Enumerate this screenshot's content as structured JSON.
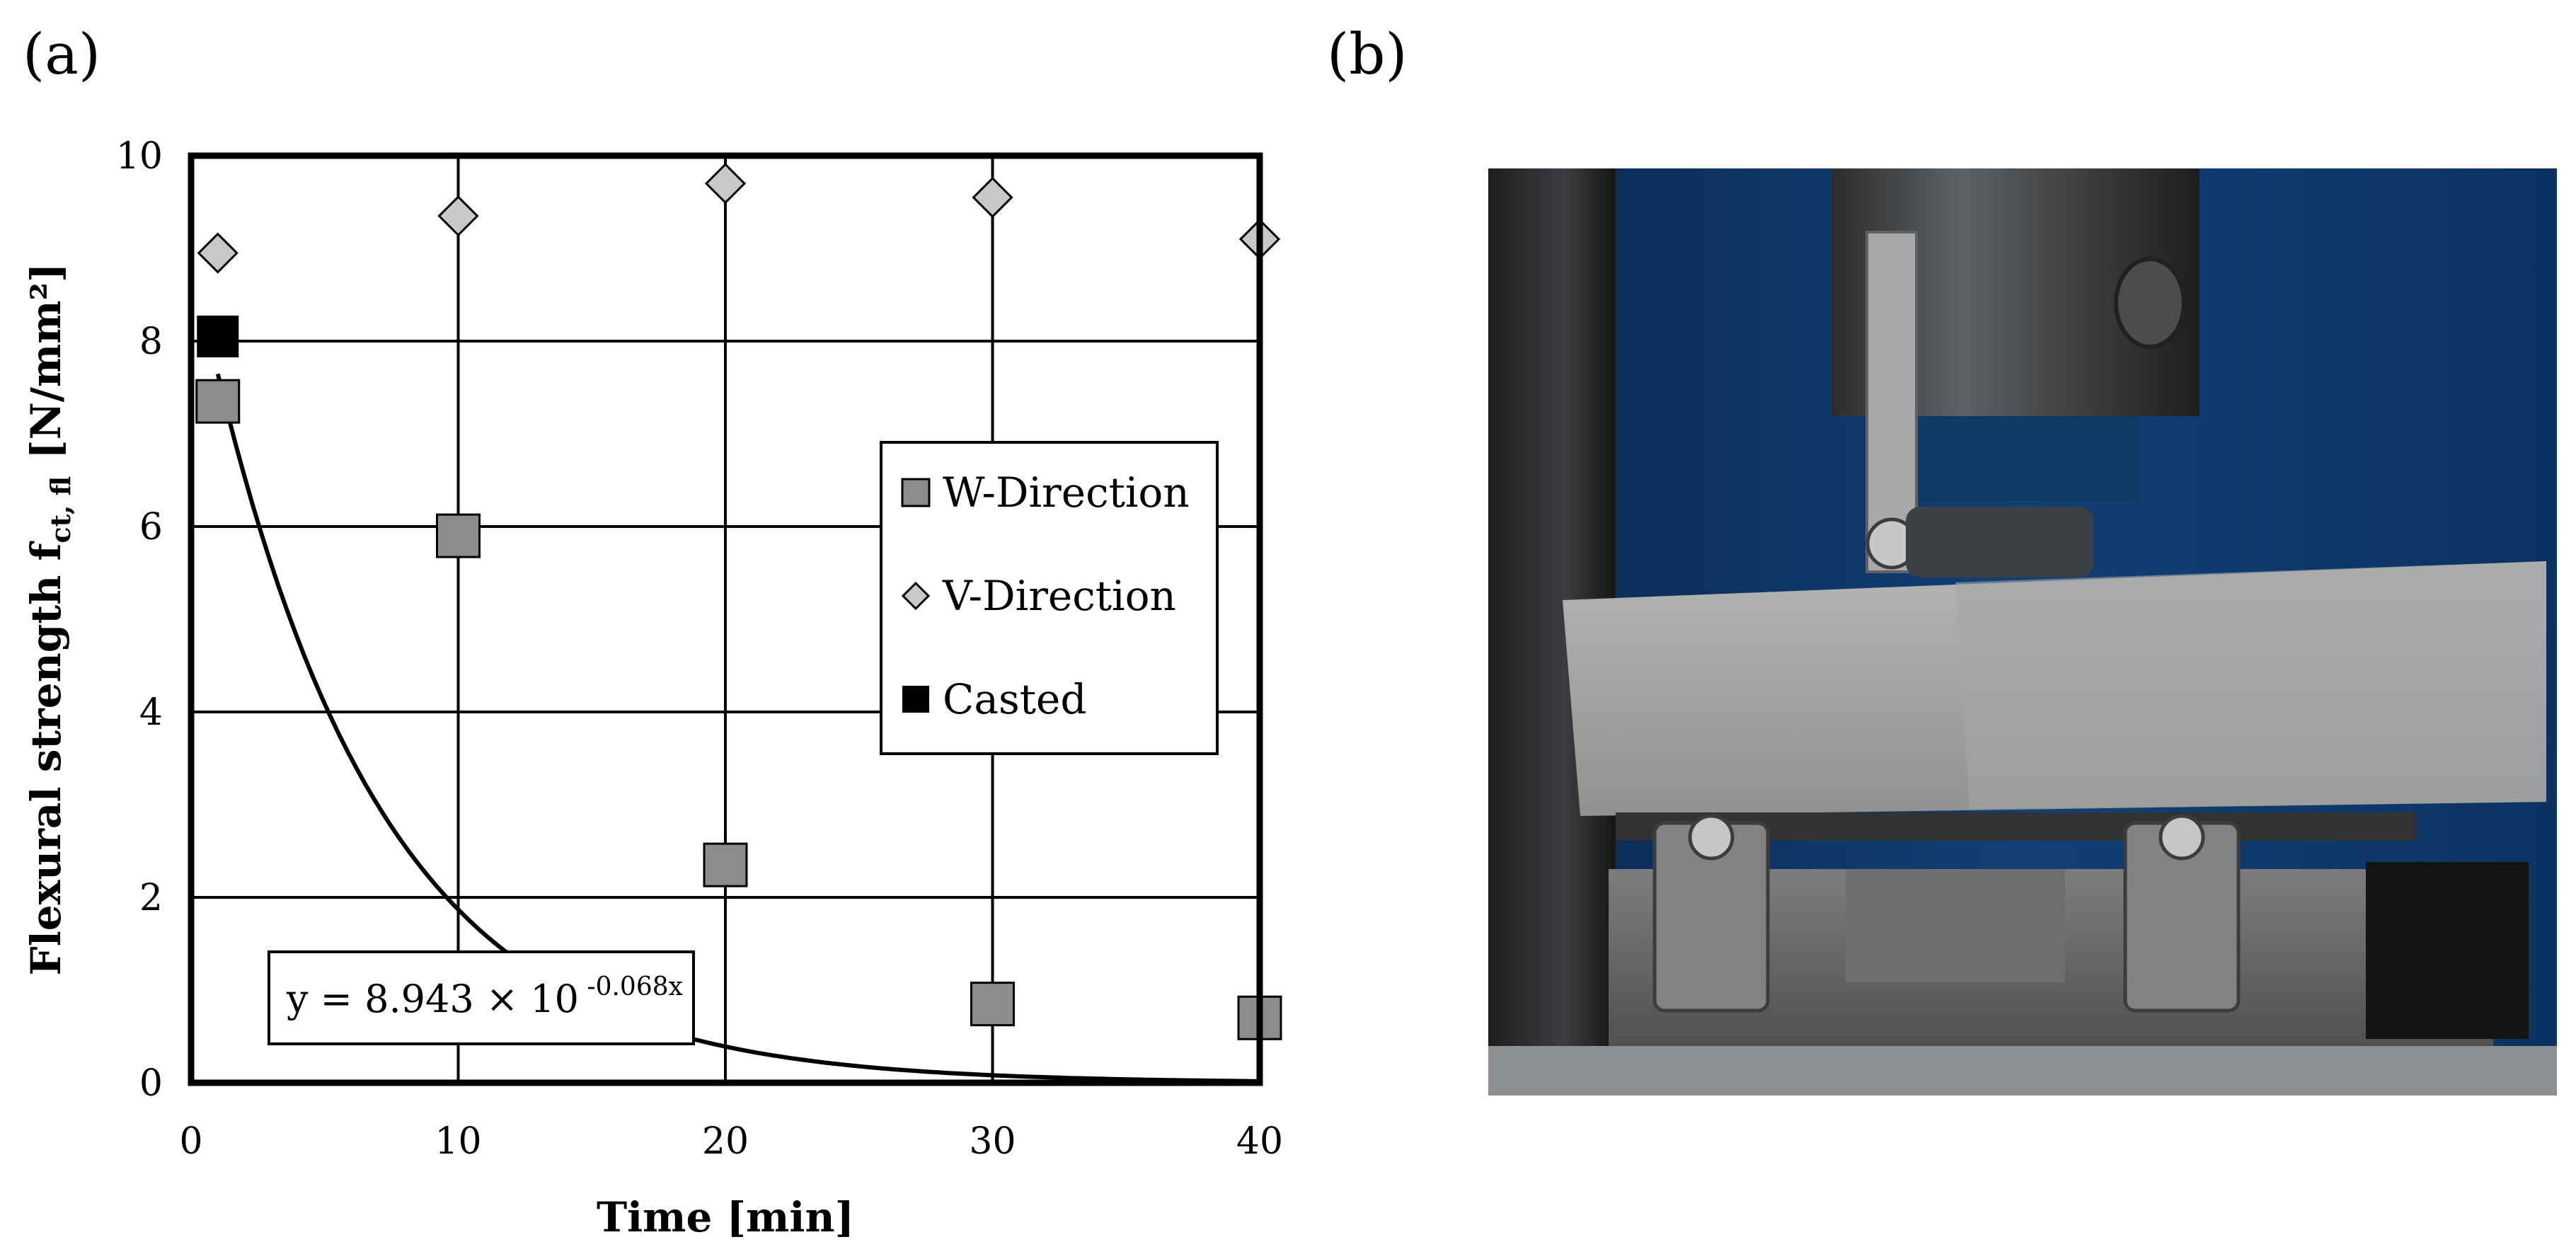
{
  "panels": {
    "a_label": "(a)",
    "b_label": "(b)"
  },
  "chart_data": {
    "type": "scatter",
    "xlabel": "Time [min]",
    "ylabel_main": "Flexural strength f",
    "ylabel_sub": "ct, fl",
    "ylabel_unit": "[N/mm²]",
    "xlim": [
      0,
      40
    ],
    "ylim": [
      0,
      10
    ],
    "x_ticks": [
      0,
      10,
      20,
      30,
      40
    ],
    "y_ticks": [
      0,
      2,
      4,
      6,
      8,
      10
    ],
    "grid": true,
    "legend_position": "right",
    "series": [
      {
        "name": "W-Direction",
        "marker": "square",
        "color": "#8c8c8c",
        "points": [
          [
            1,
            7.35
          ],
          [
            10,
            5.9
          ],
          [
            20,
            2.35
          ],
          [
            30,
            0.85
          ],
          [
            40,
            0.7
          ]
        ]
      },
      {
        "name": "V-Direction",
        "marker": "diamond",
        "color": "#c8c8c8",
        "points": [
          [
            1,
            8.95
          ],
          [
            10,
            9.35
          ],
          [
            20,
            9.7
          ],
          [
            30,
            9.55
          ],
          [
            40,
            9.1
          ]
        ]
      },
      {
        "name": "Casted",
        "marker": "square",
        "color": "#000000",
        "points": [
          [
            1,
            8.05
          ]
        ]
      }
    ],
    "trendline": {
      "a": 8.943,
      "k": 0.068,
      "x_start": 1,
      "x_end": 40,
      "label_prefix": "y = 8.943 × 10",
      "label_exponent": " -0.068x"
    }
  },
  "photo": {
    "description_icon": "concrete-prism-bending-test-photo",
    "colors": {
      "background": "#0d3a6a",
      "concrete": "#a7a9a6",
      "steel": "#6d6f70"
    }
  }
}
